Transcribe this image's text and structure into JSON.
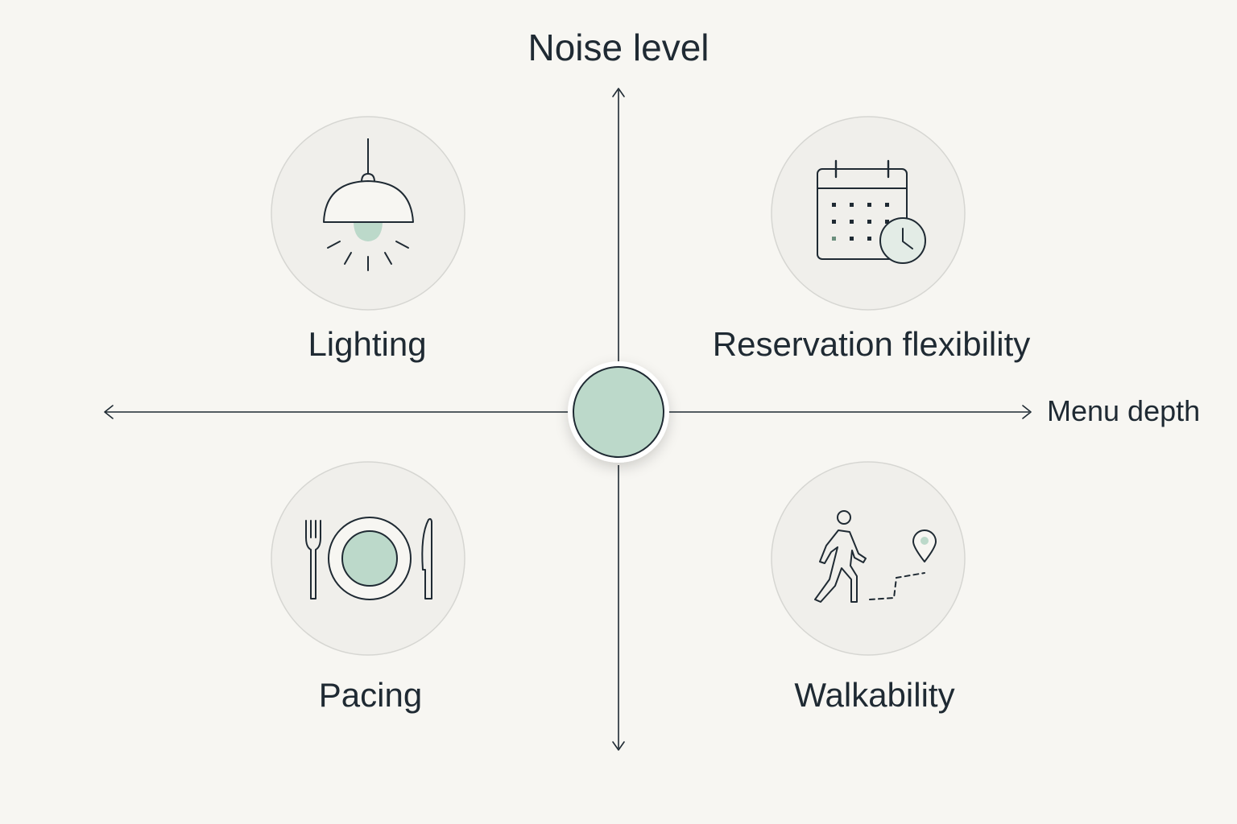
{
  "axes": {
    "vertical": {
      "label": "Noise level"
    },
    "horizontal": {
      "label": "Menu depth"
    }
  },
  "quadrants": [
    {
      "key": "top-left",
      "label": "Lighting",
      "icon": "pendant-lamp-icon"
    },
    {
      "key": "top-right",
      "label": "Reservation flexibility",
      "icon": "calendar-clock-icon"
    },
    {
      "key": "bottom-left",
      "label": "Pacing",
      "icon": "plate-fork-knife-icon"
    },
    {
      "key": "bottom-right",
      "label": "Walkability",
      "icon": "walking-route-icon"
    }
  ],
  "colors": {
    "background": "#f7f6f2",
    "line": "#1f2a33",
    "accent": "#bcd9ca",
    "circle_fill": "#f0efeb",
    "circle_border": "#d6d6d2"
  }
}
